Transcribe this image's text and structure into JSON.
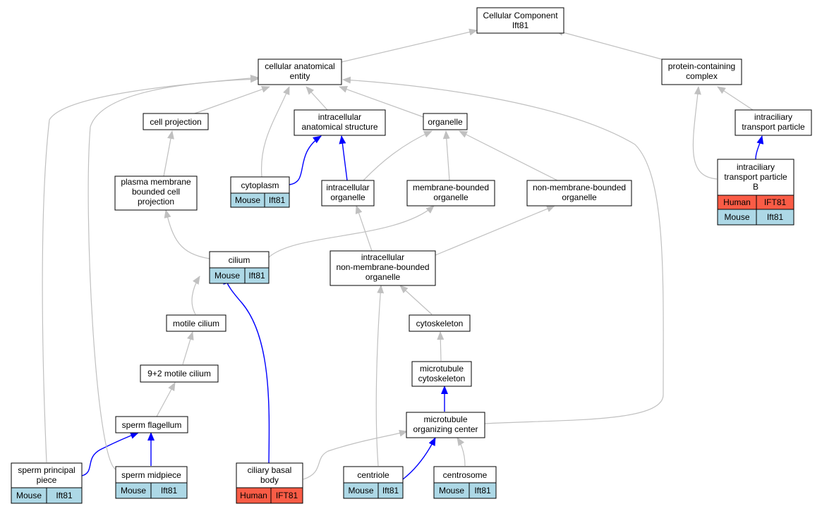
{
  "colors": {
    "is_a_edge": "#c0c0c0",
    "part_of_edge": "#0000ff",
    "human": "#fa5c46",
    "mouse": "#add8e6"
  },
  "nodes": {
    "root": {
      "line1": "Cellular Component",
      "line2": "Ift81"
    },
    "cae": {
      "line1": "cellular anatomical",
      "line2": "entity"
    },
    "pcc": {
      "line1": "protein-containing",
      "line2": "complex"
    },
    "cellproj": {
      "line1": "cell projection"
    },
    "ias": {
      "line1": "intracellular",
      "line2": "anatomical structure"
    },
    "organelle": {
      "line1": "organelle"
    },
    "itp": {
      "line1": "intraciliary",
      "line2": "transport particle"
    },
    "pmbcp": {
      "line1": "plasma membrane",
      "line2": "bounded cell",
      "line3": "projection"
    },
    "cytoplasm": {
      "line1": "cytoplasm"
    },
    "intraorg": {
      "line1": "intracellular",
      "line2": "organelle"
    },
    "mbo": {
      "line1": "membrane-bounded",
      "line2": "organelle"
    },
    "nmbo": {
      "line1": "non-membrane-bounded",
      "line2": "organelle"
    },
    "itpb": {
      "line1": "intraciliary",
      "line2": "transport particle",
      "line3": "B"
    },
    "cilium": {
      "line1": "cilium"
    },
    "inmbo": {
      "line1": "intracellular",
      "line2": "non-membrane-bounded",
      "line3": "organelle"
    },
    "motile": {
      "line1": "motile cilium"
    },
    "cytoskel": {
      "line1": "cytoskeleton"
    },
    "ninetwo": {
      "line1": "9+2 motile cilium"
    },
    "mtcyto": {
      "line1": "microtubule",
      "line2": "cytoskeleton"
    },
    "flagellum": {
      "line1": "sperm flagellum"
    },
    "mtoc": {
      "line1": "microtubule",
      "line2": "organizing center"
    },
    "principal": {
      "line1": "sperm principal",
      "line2": "piece"
    },
    "midpiece": {
      "line1": "sperm midpiece"
    },
    "basal": {
      "line1": "ciliary basal",
      "line2": "body"
    },
    "centriole": {
      "line1": "centriole"
    },
    "centrosome": {
      "line1": "centrosome"
    }
  },
  "annotations": {
    "human": "Human",
    "mouse": "Mouse",
    "gene_human": "IFT81",
    "gene_mouse": "Ift81"
  }
}
